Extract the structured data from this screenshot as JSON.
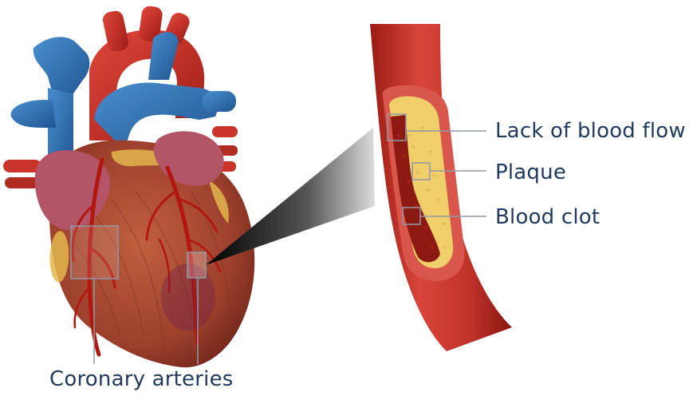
{
  "labels": {
    "lack_of_blood_flow": "Lack of blood flow",
    "plaque": "Plaque",
    "blood_clot": "Blood clot",
    "coronary_arteries": "Coronary arteries"
  },
  "colors": {
    "label_text": "#1f3a5c",
    "leader_line": "#8f9aa6",
    "vein_blue": "#2f6fb0",
    "aorta_red": "#c62828",
    "heart_muscle": "#a8472f",
    "atrium_pink": "#b35467",
    "fat_yellow": "#e3b64e",
    "plaque_yellow": "#f0cf6a",
    "clot_red": "#8c1a12"
  }
}
